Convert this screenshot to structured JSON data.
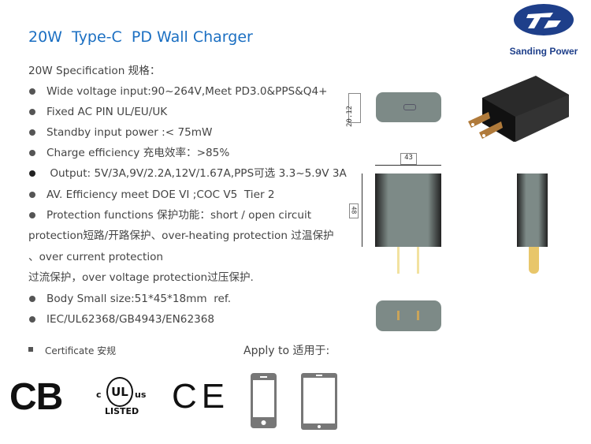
{
  "title": "20W  Type-C  PD Wall Charger",
  "brand": {
    "name": "Sanding Power",
    "color": "#1e3f8a"
  },
  "spec": {
    "heading": "20W Specification 规格：",
    "items": [
      "Wide voltage input:90~264V,Meet PD3.0&PPS&Q4+",
      "Fixed AC PIN UL/EU/UK",
      "Standby input power :< 75mW",
      "Charge efficiency 充电效率：>85%",
      " Output: 5V/3A,9V/2.2A,12V/1.67A,PPS可选 3.3~5.9V 3A",
      "AV. Efficiency meet DOE VI ;COC V5  Tier 2",
      "Protection functions 保护功能：short / open circuit",
      "Body Small size:51*45*18mm  ref.",
      "IEC/UL62368/GB4943/EN62368"
    ],
    "protection_cont": [
      "protection短路/开路保护、over-heating protection 过温保护",
      "、over current protection",
      "过流保护，over voltage protection过压保护."
    ]
  },
  "drawing": {
    "dim_thickness": "20.12",
    "dim_width": "43",
    "dim_height": "48"
  },
  "certificate": {
    "label": "Certificate 安规",
    "logos": [
      "CB",
      "UL",
      "LISTED",
      "c",
      "us",
      "CE"
    ]
  },
  "apply": {
    "label": "Apply to 适用于:",
    "devices": [
      "phone-icon",
      "tablet-icon"
    ]
  }
}
